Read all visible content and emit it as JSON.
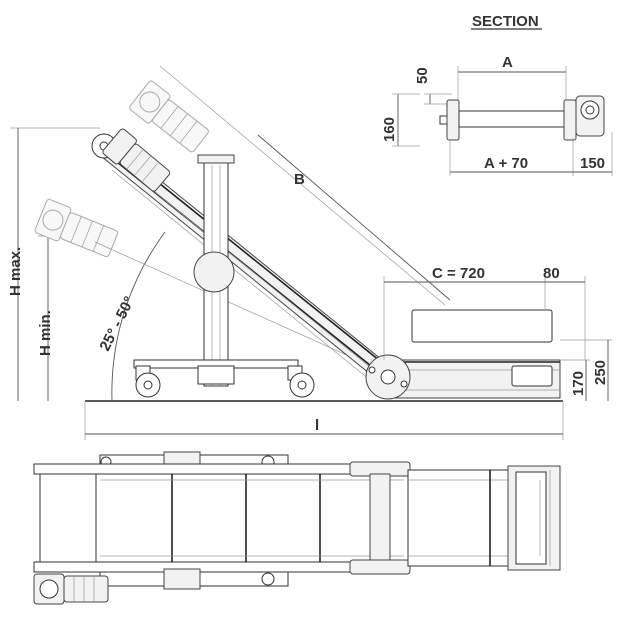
{
  "section": {
    "title": "SECTION",
    "dim_a": "A",
    "dim_50": "50",
    "dim_160": "160",
    "dim_a70": "A + 70",
    "dim_150": "150"
  },
  "side_view": {
    "dim_b": "B",
    "dim_c": "C = 720",
    "dim_80": "80",
    "dim_250": "250",
    "dim_170": "170",
    "dim_l": "l",
    "h_max": "H max.",
    "h_min": "H min.",
    "angle": "25° - 50°"
  }
}
